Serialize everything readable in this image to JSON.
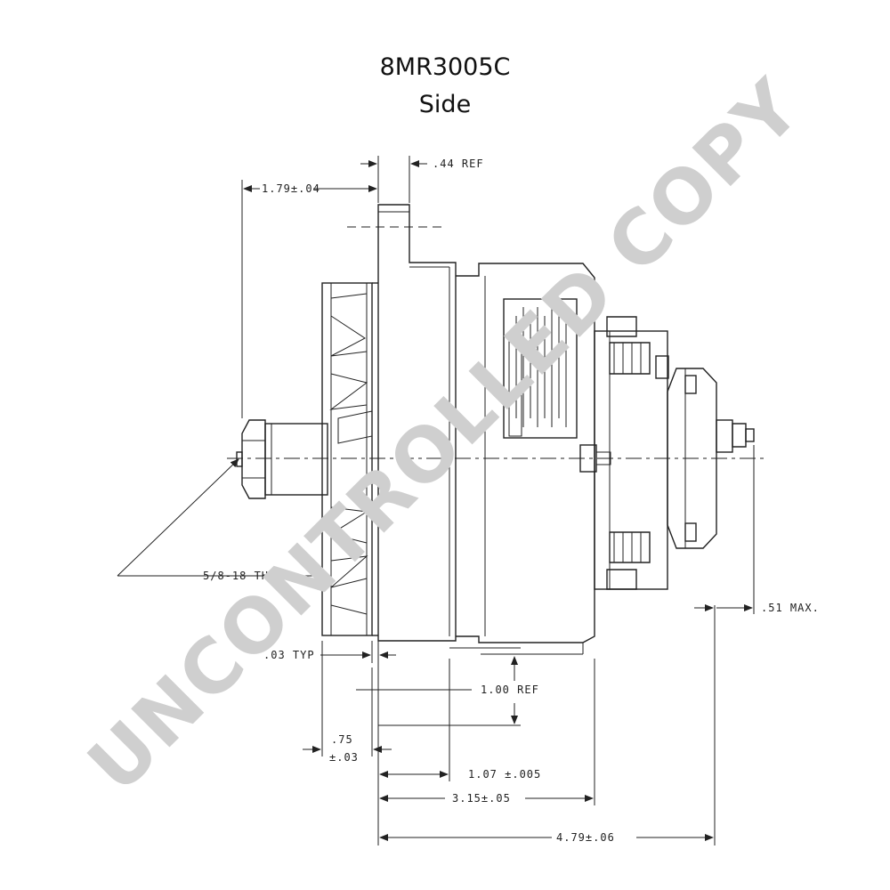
{
  "header": {
    "part_number": "8MR3005C",
    "view": "Side"
  },
  "watermark": {
    "text": "UNCONTROLLED COPY",
    "color": "#cfcfcf"
  },
  "dimensions": {
    "flange_thickness": ".44 REF",
    "pulley_offset": "1.79±.04",
    "thread": "5/8-18 THRD",
    "fan_gap": ".03 TYP",
    "mount_ref": "1.00 REF",
    "hub_width_a": ".75",
    "hub_width_b": "±.03",
    "mount_to_case": "1.07 ±.005",
    "body_length": "3.15±.05",
    "overall_length": "4.79±.06",
    "terminal_max": ".51 MAX."
  },
  "colors": {
    "line": "#222222",
    "background": "#ffffff"
  }
}
